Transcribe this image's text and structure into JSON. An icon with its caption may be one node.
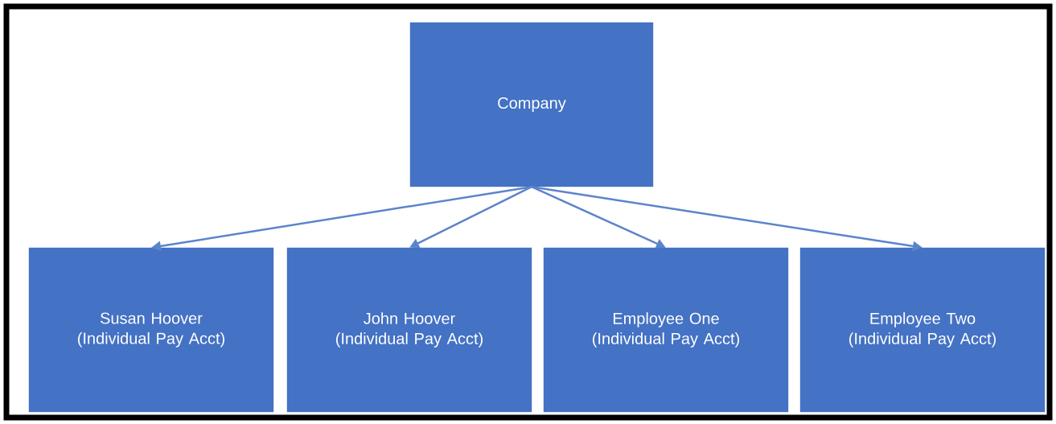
{
  "diagram": {
    "nodes": [
      {
        "text": [
          "Company"
        ]
      },
      {
        "text": [
          "Susan Hoover (Individual Pay Acct)"
        ]
      },
      {
        "text": [
          "John Hoover (Individual Pay Acct)"
        ]
      },
      {
        "text": [
          "Employee One (Individual Pay Acct)"
        ]
      },
      {
        "text": [
          "Employee Two (Individual Pay Acct)"
        ]
      }
    ],
    "edges": [
      {
        "from": 0,
        "to": 1,
        "arrow": "to"
      },
      {
        "from": 0,
        "to": 2,
        "arrow": "to"
      },
      {
        "from": 0,
        "to": 3,
        "arrow": "to"
      },
      {
        "from": 0,
        "to": 4,
        "arrow": "to"
      }
    ]
  }
}
